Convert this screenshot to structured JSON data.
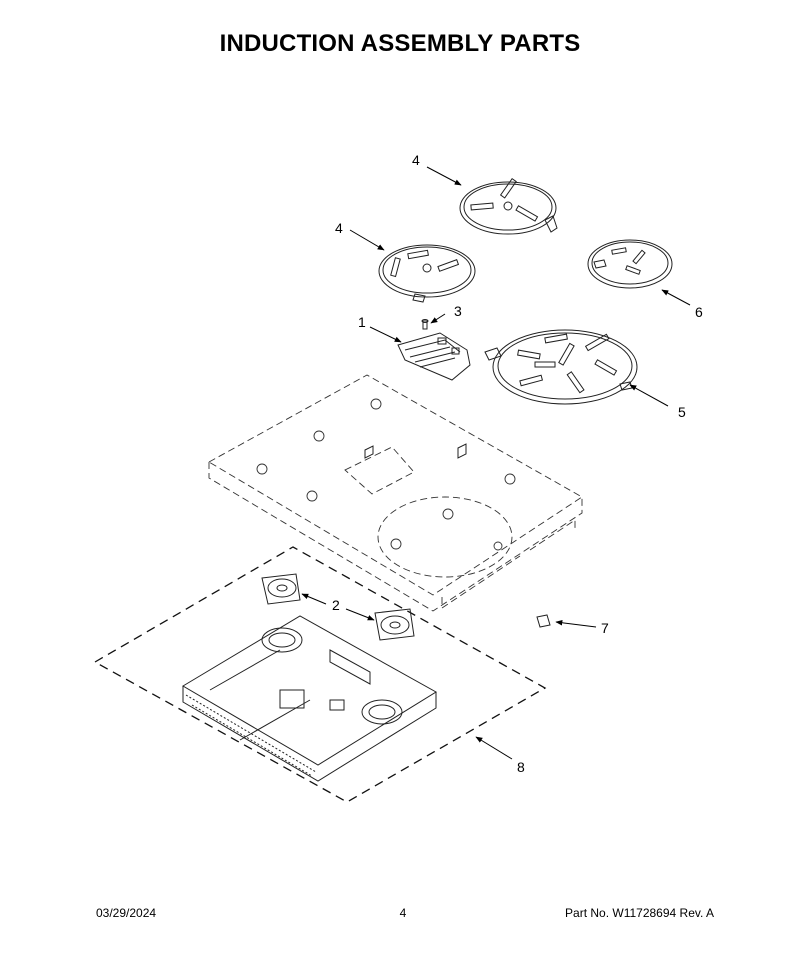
{
  "header": {
    "title": "INDUCTION ASSEMBLY PARTS"
  },
  "callouts": [
    "1",
    "2",
    "3",
    "4",
    "4",
    "5",
    "6",
    "7",
    "8"
  ],
  "footer": {
    "date": "03/29/2024",
    "page": "4",
    "part": "Part No.  W11728694  Rev.  A"
  }
}
